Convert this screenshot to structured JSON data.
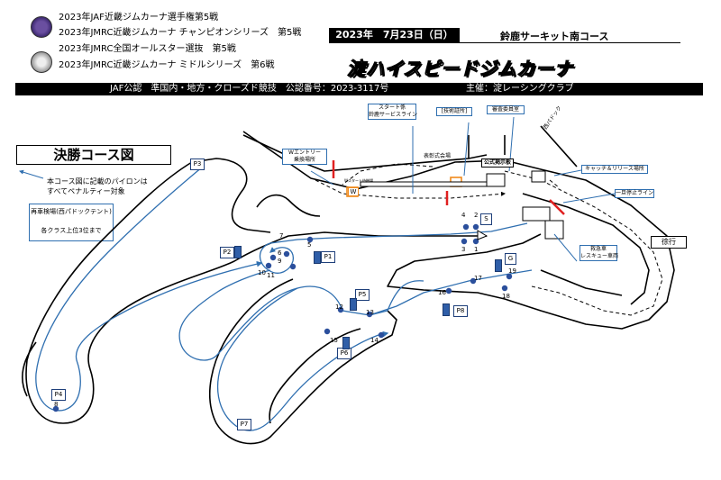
{
  "header": {
    "championships": [
      "2023年JAF近畿ジムカーナ選手権第5戦",
      "2023年JMRC近畿ジムカーナ チャンピオンシリーズ　第5戦",
      "2023年JMRC全国オールスター選抜　第5戦",
      "2023年JMRC近畿ジムカーナ ミドルシリーズ　第6戦"
    ],
    "date": "2023年　7月23日（日）",
    "venue": "鈴鹿サーキット南コース",
    "event_name": "淀ハイスピードジムカーナ",
    "info_left": "JAF公認　準国内・地方・クローズド競技　公認番号：2023-3117号",
    "info_right": "主催：淀レーシングクラブ"
  },
  "section_title": "決勝コース図",
  "notes": {
    "pylon_penalty": "本コース図に記載のパイロンは\nすべてペナルティー対象",
    "reinspection": "再車検場(西パドックテント)",
    "awards": "各クラス上位3位まで"
  },
  "labels": {
    "w_entry": "Wエントリー\n乗換場所",
    "start_line": "スタート係\n鈴鹿サービスライン",
    "tech": "[技術証所]",
    "judge_room": "審査委員室",
    "table_seat": "表彰式会場",
    "official_notice": "公式掲示板",
    "catch_release": "キャッチ＆リリース場所",
    "stop_line": "一旦停止ライン",
    "rescue": "救急車\nレスキュー車両",
    "slow": "徐行",
    "paddock_vertical": "西パドック",
    "w_marker": "W",
    "small_text": "Wスタート待機場"
  },
  "gates": {
    "S": "S",
    "G": "G"
  },
  "parking": [
    "P1",
    "P2",
    "P3",
    "P4",
    "P5",
    "P6",
    "P7",
    "P8"
  ],
  "pylons": [
    "1",
    "2",
    "3",
    "4",
    "5",
    "6",
    "7",
    "8",
    "9",
    "10",
    "11",
    "12",
    "13",
    "14",
    "15",
    "16",
    "17",
    "18",
    "19"
  ],
  "colors": {
    "track_outline": "#000000",
    "course_line": "#2f6fb0",
    "pylon": "#2b4f9c",
    "red_marker": "#e02020",
    "orange_marker": "#f08a1c"
  }
}
